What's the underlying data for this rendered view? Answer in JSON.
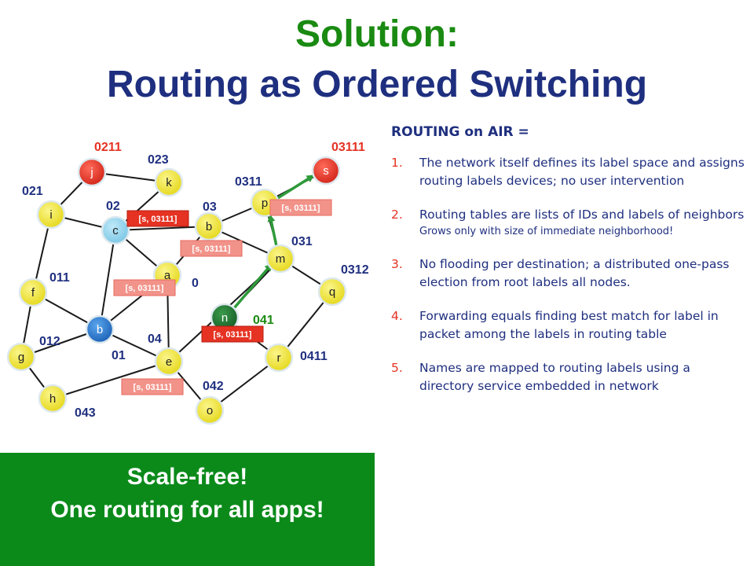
{
  "title": {
    "line1": "Solution:",
    "line2": "Routing as Ordered Switching"
  },
  "colors": {
    "title1": "#1a8a12",
    "title2": "#1f2f7f",
    "red": "#e53222",
    "node_yellow": "#f2e93a",
    "node_blue": "#2c7bd0",
    "node_lightblue": "#8fd2ec",
    "node_red": "#e53222",
    "node_green": "#1f7a2e",
    "banner": "#0b8a1a"
  },
  "network": {
    "nodes": [
      {
        "id": "j",
        "letter": "j",
        "color": "red"
      },
      {
        "id": "k",
        "letter": "k",
        "color": "yellow"
      },
      {
        "id": "i",
        "letter": "i",
        "color": "yellow"
      },
      {
        "id": "c",
        "letter": "c",
        "color": "lightblue"
      },
      {
        "id": "b2",
        "letter": "b",
        "color": "yellow"
      },
      {
        "id": "p",
        "letter": "p",
        "color": "yellow"
      },
      {
        "id": "s",
        "letter": "s",
        "color": "red"
      },
      {
        "id": "m",
        "letter": "m",
        "color": "yellow"
      },
      {
        "id": "q",
        "letter": "q",
        "color": "yellow"
      },
      {
        "id": "a",
        "letter": "a",
        "color": "yellow"
      },
      {
        "id": "f",
        "letter": "f",
        "color": "yellow"
      },
      {
        "id": "b",
        "letter": "b",
        "color": "blue"
      },
      {
        "id": "n",
        "letter": "n",
        "color": "green"
      },
      {
        "id": "g",
        "letter": "g",
        "color": "yellow"
      },
      {
        "id": "e",
        "letter": "e",
        "color": "yellow"
      },
      {
        "id": "r",
        "letter": "r",
        "color": "yellow"
      },
      {
        "id": "h",
        "letter": "h",
        "color": "yellow"
      },
      {
        "id": "o",
        "letter": "o",
        "color": "yellow"
      }
    ],
    "edges": [
      [
        "j",
        "k"
      ],
      [
        "j",
        "i"
      ],
      [
        "k",
        "c"
      ],
      [
        "i",
        "c"
      ],
      [
        "i",
        "f"
      ],
      [
        "c",
        "b2"
      ],
      [
        "c",
        "a"
      ],
      [
        "c",
        "b"
      ],
      [
        "b2",
        "p"
      ],
      [
        "b2",
        "m"
      ],
      [
        "b2",
        "a"
      ],
      [
        "p",
        "s"
      ],
      [
        "p",
        "m"
      ],
      [
        "m",
        "q"
      ],
      [
        "m",
        "n"
      ],
      [
        "m",
        "e"
      ],
      [
        "f",
        "b"
      ],
      [
        "f",
        "g"
      ],
      [
        "b",
        "a"
      ],
      [
        "b",
        "e"
      ],
      [
        "b",
        "g"
      ],
      [
        "a",
        "e"
      ],
      [
        "g",
        "h"
      ],
      [
        "h",
        "e"
      ],
      [
        "e",
        "o"
      ],
      [
        "o",
        "r"
      ],
      [
        "r",
        "q"
      ],
      [
        "r",
        "n"
      ]
    ],
    "labels": [
      {
        "text": "0211",
        "tone": "red"
      },
      {
        "text": "023",
        "tone": "blue"
      },
      {
        "text": "03111",
        "tone": "red"
      },
      {
        "text": "021",
        "tone": "blue"
      },
      {
        "text": "0311",
        "tone": "blue"
      },
      {
        "text": "02",
        "tone": "blue"
      },
      {
        "text": "03",
        "tone": "blue"
      },
      {
        "text": "031",
        "tone": "blue"
      },
      {
        "text": "0312",
        "tone": "blue"
      },
      {
        "text": "011",
        "tone": "blue"
      },
      {
        "text": "0",
        "tone": "blue"
      },
      {
        "text": "041",
        "tone": "green"
      },
      {
        "text": "012",
        "tone": "blue"
      },
      {
        "text": "04",
        "tone": "blue"
      },
      {
        "text": "01",
        "tone": "blue"
      },
      {
        "text": "0411",
        "tone": "blue"
      },
      {
        "text": "042",
        "tone": "blue"
      },
      {
        "text": "043",
        "tone": "blue"
      }
    ],
    "packet_tags": [
      {
        "text": "[s, 03111]",
        "style": "solid"
      },
      {
        "text": "[s, 03111]",
        "style": "faded"
      },
      {
        "text": "[s, 03111]",
        "style": "faded"
      },
      {
        "text": "[s, 03111]",
        "style": "faded"
      },
      {
        "text": "[s, 03111]",
        "style": "solid"
      },
      {
        "text": "[s, 03111]",
        "style": "faded"
      }
    ]
  },
  "rhs": {
    "heading": "ROUTING on AIR =",
    "items": [
      {
        "num": "1.",
        "text": "The network itself defines its label space and assigns routing labels devices; no user intervention",
        "sub": ""
      },
      {
        "num": "2.",
        "text": "Routing tables are lists of  IDs and labels of neighbors",
        "sub": "Grows only with size of immediate neighborhood!"
      },
      {
        "num": "3.",
        "text": "No flooding per destination; a distributed one-pass election from root labels all nodes.",
        "sub": ""
      },
      {
        "num": "4.",
        "text": "Forwarding equals finding best match for label in packet among the labels in routing table",
        "sub": ""
      },
      {
        "num": "5.",
        "text": "Names are mapped to routing labels using a directory service embedded in network",
        "sub": ""
      }
    ]
  },
  "banner": {
    "line1": "Scale-free!",
    "line2": "One routing for all apps!"
  }
}
